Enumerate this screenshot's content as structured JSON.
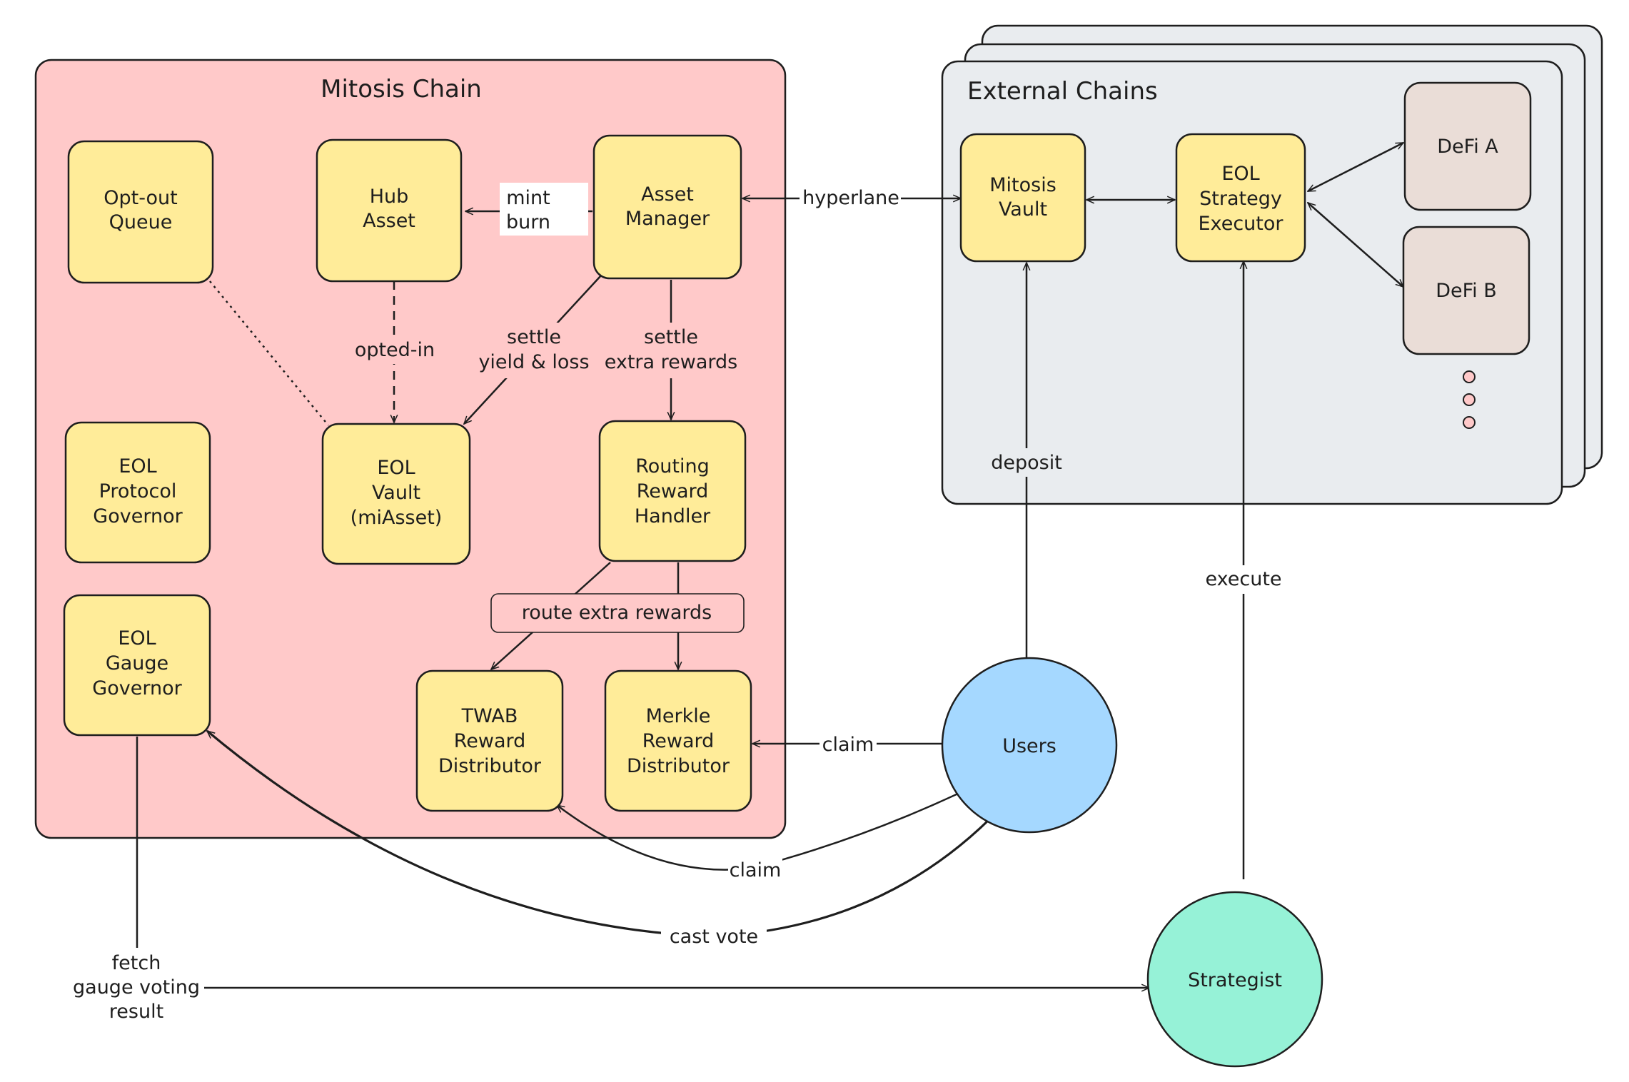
{
  "colors": {
    "mitosis_region": "#ffc9c9",
    "external_region": "#e9ecef",
    "node_yellow": "#ffec99",
    "node_defi": "#eaddd7",
    "users": "#a5d8ff",
    "strategist": "#96f2d7",
    "route_label_bg": "#ffc9c9",
    "dots": "#ffc9c9",
    "stroke": "#1e1e1e"
  },
  "regions": {
    "mitosis": {
      "title": "Mitosis Chain"
    },
    "external": {
      "title": "External Chains"
    }
  },
  "nodes": {
    "optout": {
      "lines": [
        "Opt-out",
        "Queue"
      ]
    },
    "hub": {
      "lines": [
        "Hub",
        "Asset"
      ]
    },
    "asset_manager": {
      "lines": [
        "Asset",
        "Manager"
      ]
    },
    "eol_protocol": {
      "lines": [
        "EOL",
        "Protocol",
        "Governor"
      ]
    },
    "eol_vault": {
      "lines": [
        "EOL",
        "Vault",
        "(miAsset)"
      ]
    },
    "routing": {
      "lines": [
        "Routing",
        "Reward",
        "Handler"
      ]
    },
    "gauge": {
      "lines": [
        "EOL",
        "Gauge",
        "Governor"
      ]
    },
    "twab": {
      "lines": [
        "TWAB",
        "Reward",
        "Distributor"
      ]
    },
    "merkle": {
      "lines": [
        "Merkle",
        "Reward",
        "Distributor"
      ]
    },
    "mitosis_vault": {
      "lines": [
        "Mitosis",
        "Vault"
      ]
    },
    "strategy_exec": {
      "lines": [
        "EOL",
        "Strategy",
        "Executor"
      ]
    },
    "defi_a": {
      "lines": [
        "DeFi A"
      ]
    },
    "defi_b": {
      "lines": [
        "DeFi B"
      ]
    },
    "users": {
      "lines": [
        "Users"
      ]
    },
    "strategist": {
      "lines": [
        "Strategist"
      ]
    }
  },
  "edges": {
    "mint_burn": [
      "mint",
      "burn"
    ],
    "hyperlane": [
      "hyperlane"
    ],
    "opted_in": [
      "opted-in"
    ],
    "settle_yield": [
      "settle",
      "yield & loss"
    ],
    "settle_extra": [
      "settle",
      "extra rewards"
    ],
    "route_extra": [
      "route extra rewards"
    ],
    "claim_merkle": [
      "claim"
    ],
    "claim_twab": [
      "claim"
    ],
    "cast_vote": [
      "cast vote"
    ],
    "deposit": [
      "deposit"
    ],
    "execute": [
      "execute"
    ],
    "fetch": [
      "fetch",
      "gauge voting",
      "result"
    ]
  }
}
